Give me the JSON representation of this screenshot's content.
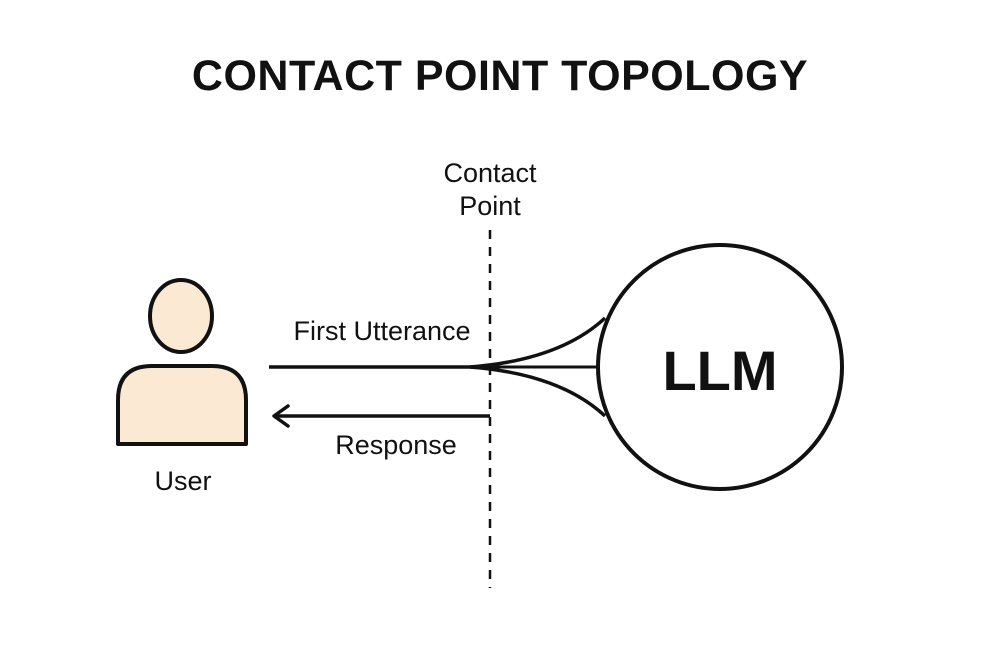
{
  "title": "CONTACT POINT TOPOLOGY",
  "nodes": {
    "user": {
      "label": "User",
      "icon": "user-person-icon",
      "fill_color": "#fbe9d3"
    },
    "llm": {
      "label": "LLM",
      "icon": "circle-node"
    },
    "contact_point": {
      "label_line1": "Contact",
      "label_line2": "Point"
    }
  },
  "edges": {
    "first_utterance": {
      "label": "First Utterance",
      "direction": "user-to-llm"
    },
    "response": {
      "label": "Response",
      "direction": "contact-point-to-user"
    }
  },
  "colors": {
    "stroke": "#111111",
    "background": "#ffffff",
    "user_fill": "#fbe9d3"
  }
}
